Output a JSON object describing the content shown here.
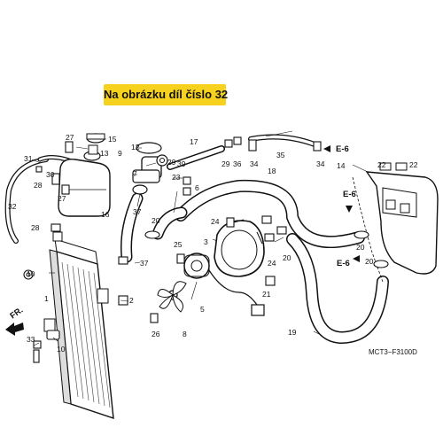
{
  "banner": {
    "text": "Na obrázku díl číslo 32"
  },
  "diagram": {
    "code": "MCT3−F3100D",
    "front_marker": "FR.",
    "ref_labels": {
      "e6_top": "E-6",
      "e6_mid": "E-6",
      "e6_low": "E-6"
    },
    "callouts": {
      "c1": "1",
      "c2": "2",
      "c3": "3",
      "c5": "5",
      "c6": "6",
      "c7": "7",
      "c8": "8",
      "c9": "9",
      "c10a": "10",
      "c10b": "10",
      "c12": "12",
      "c13": "13",
      "c14": "14",
      "c15": "15",
      "c16": "16",
      "c17": "17",
      "c18": "18",
      "c19": "19",
      "c20a": "20",
      "c20b": "20",
      "c20c": "20",
      "c20d": "20",
      "c21": "21",
      "c22a": "22",
      "c22b": "22",
      "c23": "23",
      "c24a": "24",
      "c24b": "24",
      "c25": "25",
      "c26": "26",
      "c27a": "27",
      "c27b": "27",
      "c28a": "28",
      "c28b": "28",
      "c29a": "29",
      "c29b": "29",
      "c30": "30",
      "c31": "31",
      "c32": "32",
      "c33": "33",
      "c34a": "34",
      "c34b": "34",
      "c35": "35",
      "c36": "36",
      "c37a": "37",
      "c37b": "37",
      "c39": "39"
    }
  }
}
